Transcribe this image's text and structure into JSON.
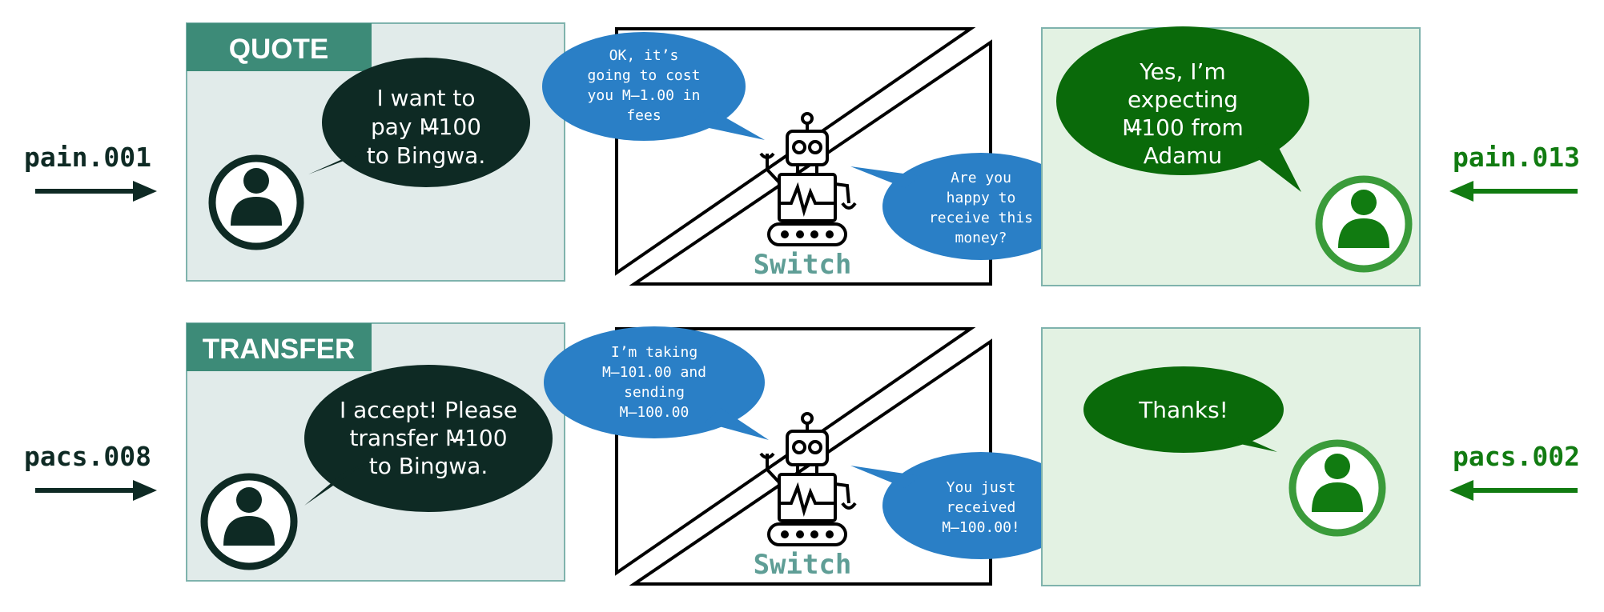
{
  "colors": {
    "dark": "#0e2a24",
    "payer_panel_bg": "#e1ebea",
    "payer_panel_border": "#7fb3ad",
    "header_bg": "#3d8b78",
    "switch_blue": "#2a7fc6",
    "switch_label": "#5f9e96",
    "payee_panel_bg": "#e3f2e3",
    "payee_panel_border": "#7fb3ad",
    "payee_green": "#117b11",
    "payee_bubble": "#0a6a0a",
    "payee_ring": "#3a9b3a"
  },
  "phases": [
    {
      "header": "QUOTE",
      "payer_message": "pain.001",
      "payee_message": "pain.013",
      "payer_bubble": [
        "I want to",
        "pay M̶100",
        "to Bingwa."
      ],
      "switch_bubble_top": [
        "OK, it’s",
        "going to cost",
        "you M̶1.00 in",
        "fees"
      ],
      "switch_bubble_side": [
        "Are you",
        "happy to",
        "receive this",
        "money?"
      ],
      "payee_bubble": [
        "Yes, I’m",
        "expecting",
        "M̶100 from",
        "Adamu"
      ],
      "switch_label": "Switch"
    },
    {
      "header": "TRANSFER",
      "payer_message": "pacs.008",
      "payee_message": "pacs.002",
      "payer_bubble": [
        "I accept! Please",
        "transfer M̶100",
        "to Bingwa."
      ],
      "switch_bubble_top": [
        "I’m taking",
        "M̶101.00 and",
        "sending",
        "M̶100.00"
      ],
      "switch_bubble_side": [
        "You just",
        "received",
        "M̶100.00!"
      ],
      "payee_bubble": [
        "Thanks!"
      ],
      "switch_label": "Switch"
    }
  ]
}
